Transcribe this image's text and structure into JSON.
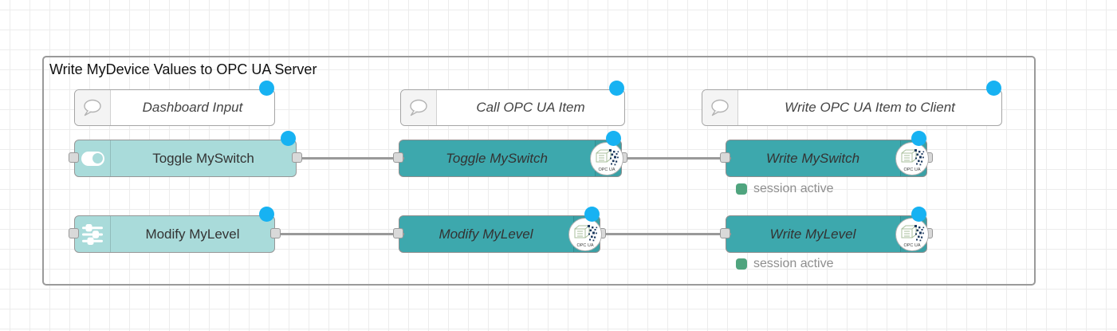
{
  "group": {
    "title": "Write MyDevice Values to OPC UA Server"
  },
  "comments": [
    {
      "label": "Dashboard Input"
    },
    {
      "label": "Call OPC UA Item"
    },
    {
      "label": "Write OPC UA Item to Client"
    }
  ],
  "rows": [
    {
      "nodes": [
        {
          "label": "Toggle MySwitch",
          "type": "dashboard-switch"
        },
        {
          "label": "Toggle MySwitch",
          "type": "opcua-call"
        },
        {
          "label": "Write MySwitch",
          "type": "opcua-write"
        }
      ],
      "status": "session active"
    },
    {
      "nodes": [
        {
          "label": "Modify MyLevel",
          "type": "dashboard-slider"
        },
        {
          "label": "Modify MyLevel",
          "type": "opcua-call"
        },
        {
          "label": "Write MyLevel",
          "type": "opcua-write"
        }
      ],
      "status": "session active"
    }
  ],
  "badge": {
    "label": "OPC UA"
  },
  "colors": {
    "node_teal": "#3da8ad",
    "node_light_teal": "#a9dbda",
    "changed_dot_blue": "#17b2f2",
    "status_green": "#4fa47e",
    "wire_gray": "#999999",
    "group_border": "#9a9a9a"
  }
}
